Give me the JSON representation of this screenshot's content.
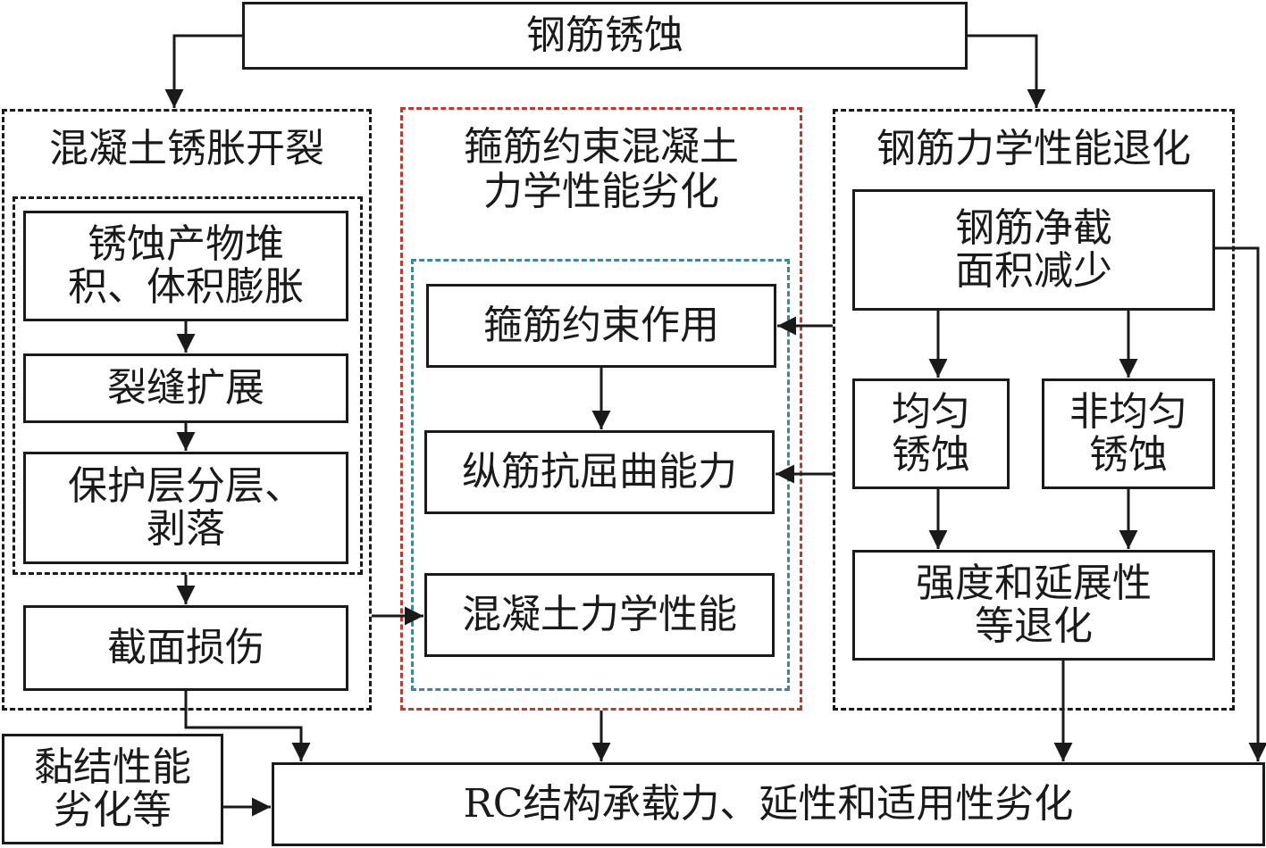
{
  "diagram": {
    "root": "钢筋锈蚀",
    "left_group": {
      "title": "混凝土锈胀开裂",
      "steps": [
        [
          "锈蚀产物堆",
          "积、体积膨胀"
        ],
        [
          "裂缝扩展"
        ],
        [
          "保护层分层、",
          "剥落"
        ]
      ],
      "outcome": "截面损伤"
    },
    "middle_group": {
      "title": [
        "箍筋约束混凝土",
        "力学性能劣化"
      ],
      "items": [
        "箍筋约束作用",
        "纵筋抗屈曲能力",
        "混凝土力学性能"
      ]
    },
    "right_group": {
      "title": "钢筋力学性能退化",
      "top": [
        "钢筋净截",
        "面积减少"
      ],
      "uniform": [
        "均匀",
        "锈蚀"
      ],
      "nonuniform": [
        "非均匀",
        "锈蚀"
      ],
      "result": [
        "强度和延展性",
        "等退化"
      ]
    },
    "bond": [
      "黏结性能",
      "劣化等"
    ],
    "final": "RC结构承载力、延性和适用性劣化"
  },
  "colors": {
    "line": "#1a1a1a",
    "middle_outer_border": "#c0392b",
    "middle_inner_border": "#3d8a96"
  }
}
